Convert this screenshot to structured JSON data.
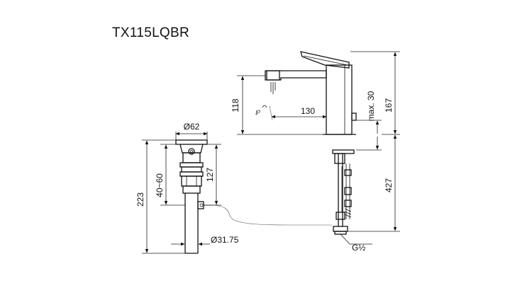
{
  "title": "TX115LQBR",
  "dimensions": {
    "d_drain_top": "Ø62",
    "d_drain_pipe": "Ø31.75",
    "h_drain_total": "223",
    "h_range": "40~60",
    "h_drain_body": "127",
    "h_spout": "118",
    "spout_reach": "130",
    "h_max": "max. 30",
    "h_faucet_top": "167",
    "h_faucet_bottom": "427",
    "thread": "G½"
  }
}
